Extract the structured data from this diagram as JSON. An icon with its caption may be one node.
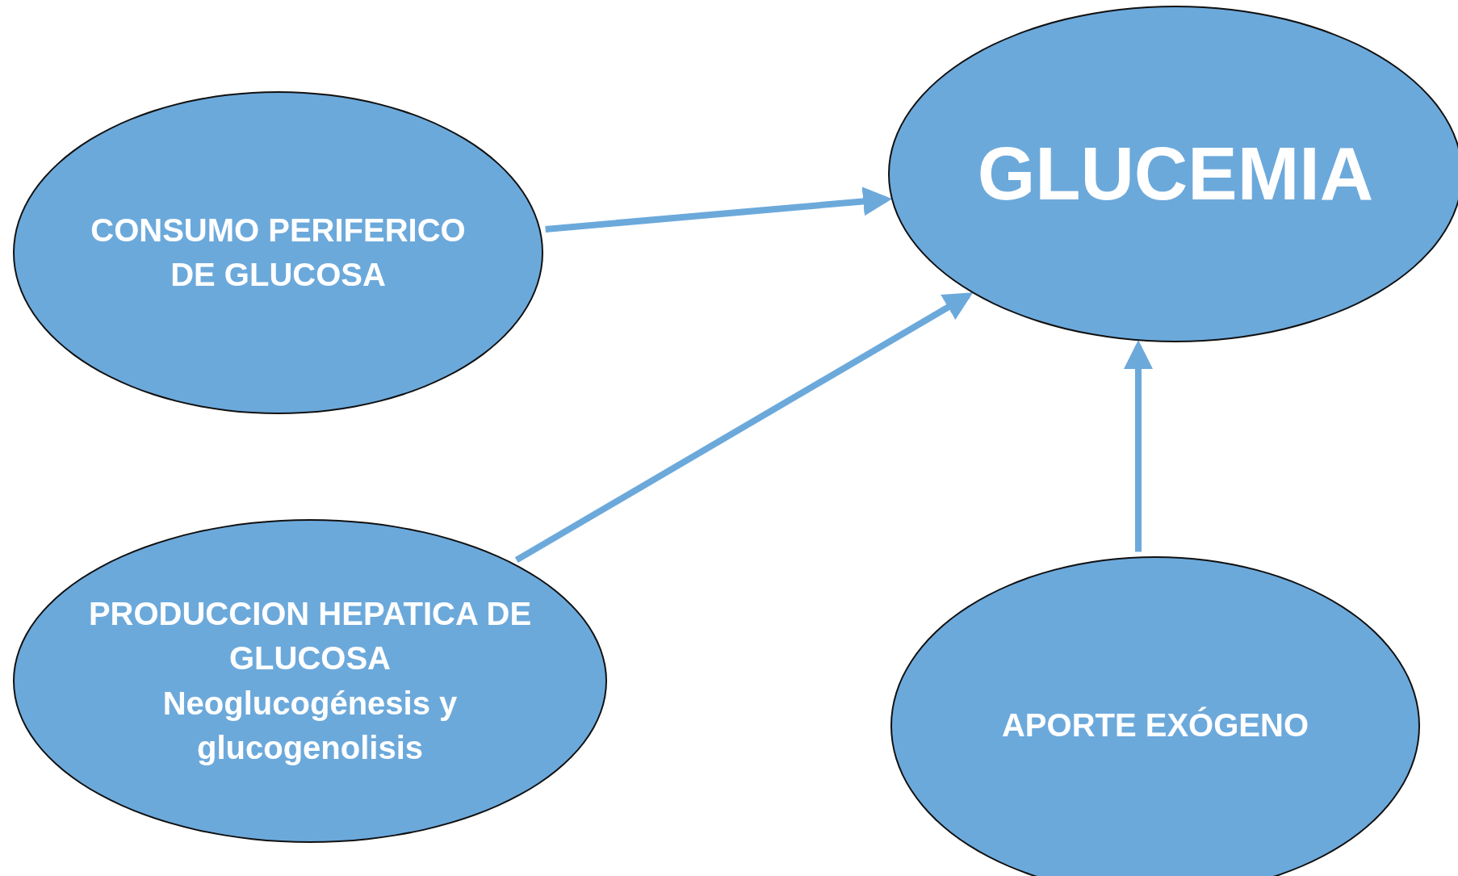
{
  "diagram": {
    "nodes": [
      {
        "text": [
          "CONSUMO PERIFERICO DE GLUCOSA"
        ]
      },
      {
        "text": [
          "GLUCEMIA"
        ]
      },
      {
        "text": [
          "PRODUCCION HEPATICA DE GLUCOSA",
          "Neoglucogénesis y glucogenolisis"
        ]
      },
      {
        "text": [
          "APORTE EXÓGENO"
        ]
      }
    ],
    "edges": [
      {
        "from": 0,
        "to": 1,
        "arrow": "to"
      },
      {
        "from": 2,
        "to": 1,
        "arrow": "to"
      },
      {
        "from": 3,
        "to": 1,
        "arrow": "to"
      }
    ]
  }
}
